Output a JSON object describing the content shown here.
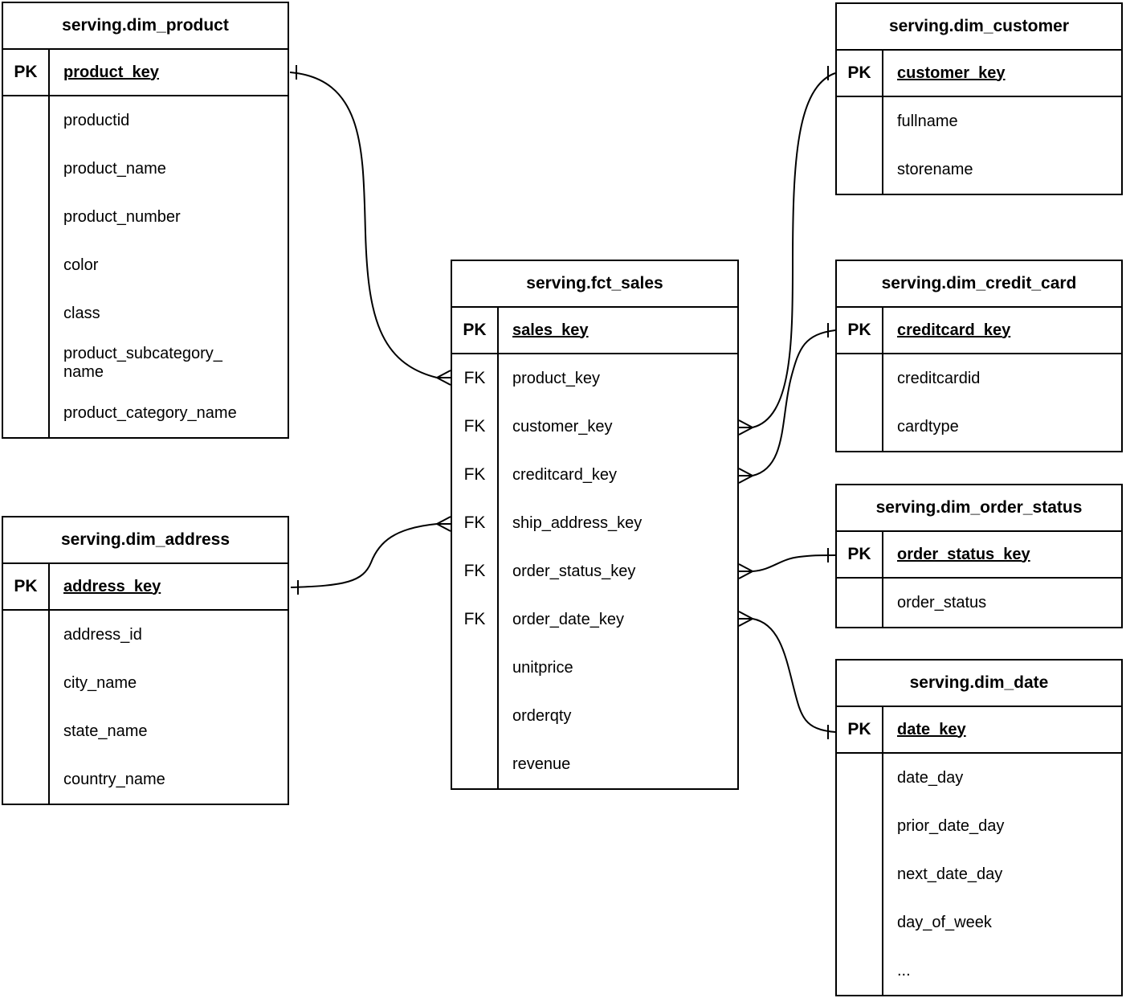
{
  "tables": [
    {
      "id": "serving.dim_product",
      "title": "serving.dim_product",
      "pk": {
        "badge": "PK",
        "field": "product_key"
      },
      "fields": [
        {
          "key": "",
          "name": "productid"
        },
        {
          "key": "",
          "name": "product_name"
        },
        {
          "key": "",
          "name": "product_number"
        },
        {
          "key": "",
          "name": "color"
        },
        {
          "key": "",
          "name": "class"
        },
        {
          "key": "",
          "name": "product_subcategory_\nname"
        },
        {
          "key": "",
          "name": "product_category_name"
        }
      ]
    },
    {
      "id": "serving.dim_address",
      "title": "serving.dim_address",
      "pk": {
        "badge": "PK",
        "field": "address_key"
      },
      "fields": [
        {
          "key": "",
          "name": "address_id"
        },
        {
          "key": "",
          "name": "city_name"
        },
        {
          "key": "",
          "name": "state_name"
        },
        {
          "key": "",
          "name": "country_name"
        }
      ]
    },
    {
      "id": "serving.fct_sales",
      "title": "serving.fct_sales",
      "pk": {
        "badge": "PK",
        "field": "sales_key"
      },
      "fields": [
        {
          "key": "FK",
          "name": "product_key"
        },
        {
          "key": "FK",
          "name": "customer_key"
        },
        {
          "key": "FK",
          "name": "creditcard_key"
        },
        {
          "key": "FK",
          "name": "ship_address_key"
        },
        {
          "key": "FK",
          "name": "order_status_key"
        },
        {
          "key": "FK",
          "name": "order_date_key"
        },
        {
          "key": "",
          "name": "unitprice"
        },
        {
          "key": "",
          "name": "orderqty"
        },
        {
          "key": "",
          "name": "revenue"
        }
      ]
    },
    {
      "id": "serving.dim_customer",
      "title": "serving.dim_customer",
      "pk": {
        "badge": "PK",
        "field": "customer_key"
      },
      "fields": [
        {
          "key": "",
          "name": "fullname"
        },
        {
          "key": "",
          "name": "storename"
        }
      ]
    },
    {
      "id": "serving.dim_credit_card",
      "title": "serving.dim_credit_card",
      "pk": {
        "badge": "PK",
        "field": "creditcard_key"
      },
      "fields": [
        {
          "key": "",
          "name": "creditcardid"
        },
        {
          "key": "",
          "name": "cardtype"
        }
      ]
    },
    {
      "id": "serving.dim_order_status",
      "title": "serving.dim_order_status",
      "pk": {
        "badge": "PK",
        "field": "order_status_key"
      },
      "fields": [
        {
          "key": "",
          "name": "order_status"
        }
      ]
    },
    {
      "id": "serving.dim_date",
      "title": "serving.dim_date",
      "pk": {
        "badge": "PK",
        "field": "date_key"
      },
      "fields": [
        {
          "key": "",
          "name": "date_day"
        },
        {
          "key": "",
          "name": "prior_date_day"
        },
        {
          "key": "",
          "name": "next_date_day"
        },
        {
          "key": "",
          "name": "day_of_week"
        },
        {
          "key": "",
          "name": "..."
        }
      ]
    }
  ],
  "relationships": [
    {
      "many_table": "serving.fct_sales",
      "many_field": "product_key",
      "one_table": "serving.dim_product",
      "one_field": "product_key",
      "many_cardinality": "many",
      "one_cardinality": "one"
    },
    {
      "many_table": "serving.fct_sales",
      "many_field": "ship_address_key",
      "one_table": "serving.dim_address",
      "one_field": "address_key",
      "many_cardinality": "many",
      "one_cardinality": "one"
    },
    {
      "many_table": "serving.fct_sales",
      "many_field": "customer_key",
      "one_table": "serving.dim_customer",
      "one_field": "customer_key",
      "many_cardinality": "many",
      "one_cardinality": "one"
    },
    {
      "many_table": "serving.fct_sales",
      "many_field": "creditcard_key",
      "one_table": "serving.dim_credit_card",
      "one_field": "creditcard_key",
      "many_cardinality": "many",
      "one_cardinality": "one"
    },
    {
      "many_table": "serving.fct_sales",
      "many_field": "order_status_key",
      "one_table": "serving.dim_order_status",
      "one_field": "order_status_key",
      "many_cardinality": "many",
      "one_cardinality": "one"
    },
    {
      "many_table": "serving.fct_sales",
      "many_field": "order_date_key",
      "one_table": "serving.dim_date",
      "one_field": "date_key",
      "many_cardinality": "many",
      "one_cardinality": "one"
    }
  ],
  "colors": {
    "background": "#ffffff",
    "line": "#000000",
    "text": "#000000"
  }
}
